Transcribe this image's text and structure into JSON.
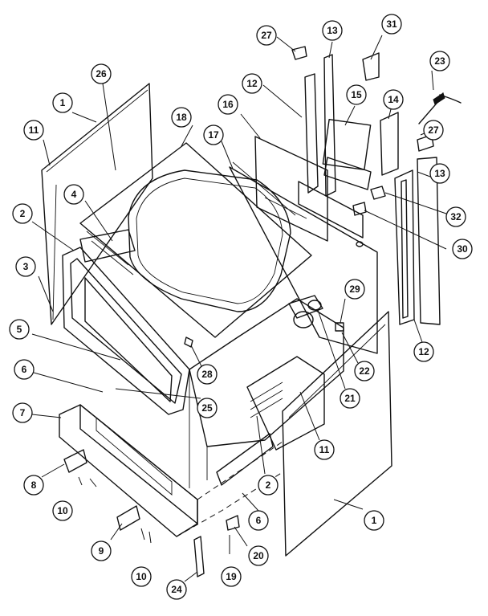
{
  "callouts": [
    {
      "id": "c27a",
      "label": "27"
    },
    {
      "id": "c13a",
      "label": "13"
    },
    {
      "id": "c31",
      "label": "31"
    },
    {
      "id": "c26a",
      "label": "26"
    },
    {
      "id": "c1a",
      "label": "1"
    },
    {
      "id": "c12a",
      "label": "12"
    },
    {
      "id": "c23",
      "label": "23"
    },
    {
      "id": "c11a",
      "label": "11"
    },
    {
      "id": "c18",
      "label": "18"
    },
    {
      "id": "c16",
      "label": "16"
    },
    {
      "id": "c15",
      "label": "15"
    },
    {
      "id": "c14",
      "label": "14"
    },
    {
      "id": "c17",
      "label": "17"
    },
    {
      "id": "c27b",
      "label": "27"
    },
    {
      "id": "c4",
      "label": "4"
    },
    {
      "id": "c13b",
      "label": "13"
    },
    {
      "id": "c2a",
      "label": "2"
    },
    {
      "id": "c32",
      "label": "32"
    },
    {
      "id": "c30",
      "label": "30"
    },
    {
      "id": "c3",
      "label": "3"
    },
    {
      "id": "c29",
      "label": "29"
    },
    {
      "id": "c5",
      "label": "5"
    },
    {
      "id": "c12b",
      "label": "12"
    },
    {
      "id": "c22",
      "label": "22"
    },
    {
      "id": "c28",
      "label": "28"
    },
    {
      "id": "c6a",
      "label": "6"
    },
    {
      "id": "c21",
      "label": "21"
    },
    {
      "id": "c25",
      "label": "25"
    },
    {
      "id": "c7",
      "label": "7"
    },
    {
      "id": "c11b",
      "label": "11"
    },
    {
      "id": "c8",
      "label": "8"
    },
    {
      "id": "c2b",
      "label": "2"
    },
    {
      "id": "c10a",
      "label": "10"
    },
    {
      "id": "c6b",
      "label": "6"
    },
    {
      "id": "c1b",
      "label": "1"
    },
    {
      "id": "c9",
      "label": "9"
    },
    {
      "id": "c20",
      "label": "20"
    },
    {
      "id": "c10b",
      "label": "10"
    },
    {
      "id": "c24",
      "label": "24"
    },
    {
      "id": "c19",
      "label": "19"
    }
  ]
}
